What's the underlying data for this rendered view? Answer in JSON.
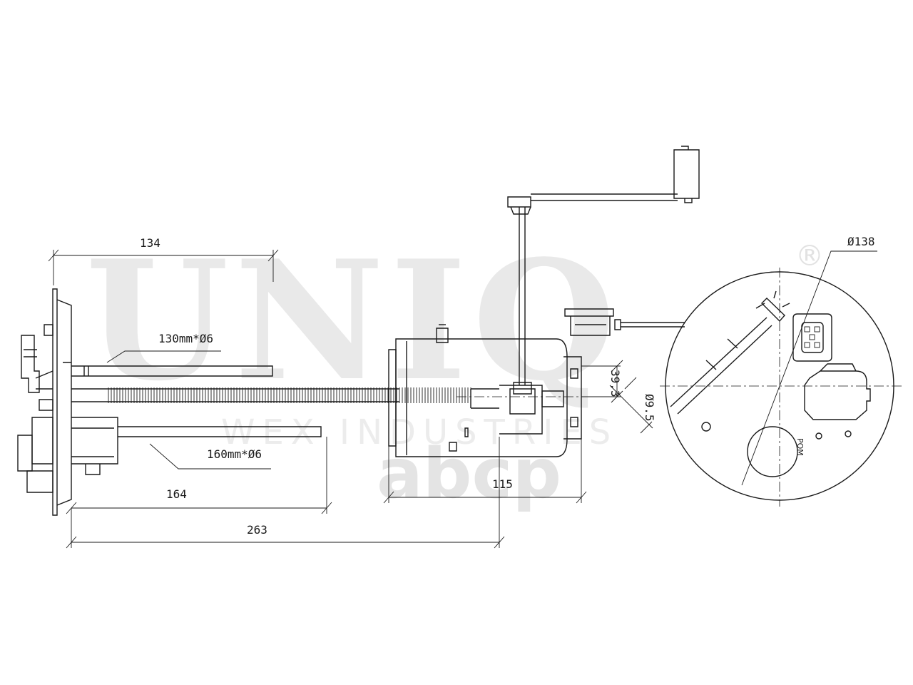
{
  "watermark": {
    "brand": "UNIQ",
    "registered": "®",
    "company": "WEX INDUSTRIES",
    "shop": "abcp"
  },
  "dimensions": {
    "top_width": "134",
    "upper_tube": "130mm*Ø6",
    "lower_tube": "160mm*Ø6",
    "lower_length": "164",
    "total_length": "263",
    "pump_width": "115",
    "outlet_offset": "39.3",
    "outlet_diameter": "Ø9.5",
    "flange_diameter": "Ø138"
  },
  "marking": {
    "material": "POM"
  }
}
